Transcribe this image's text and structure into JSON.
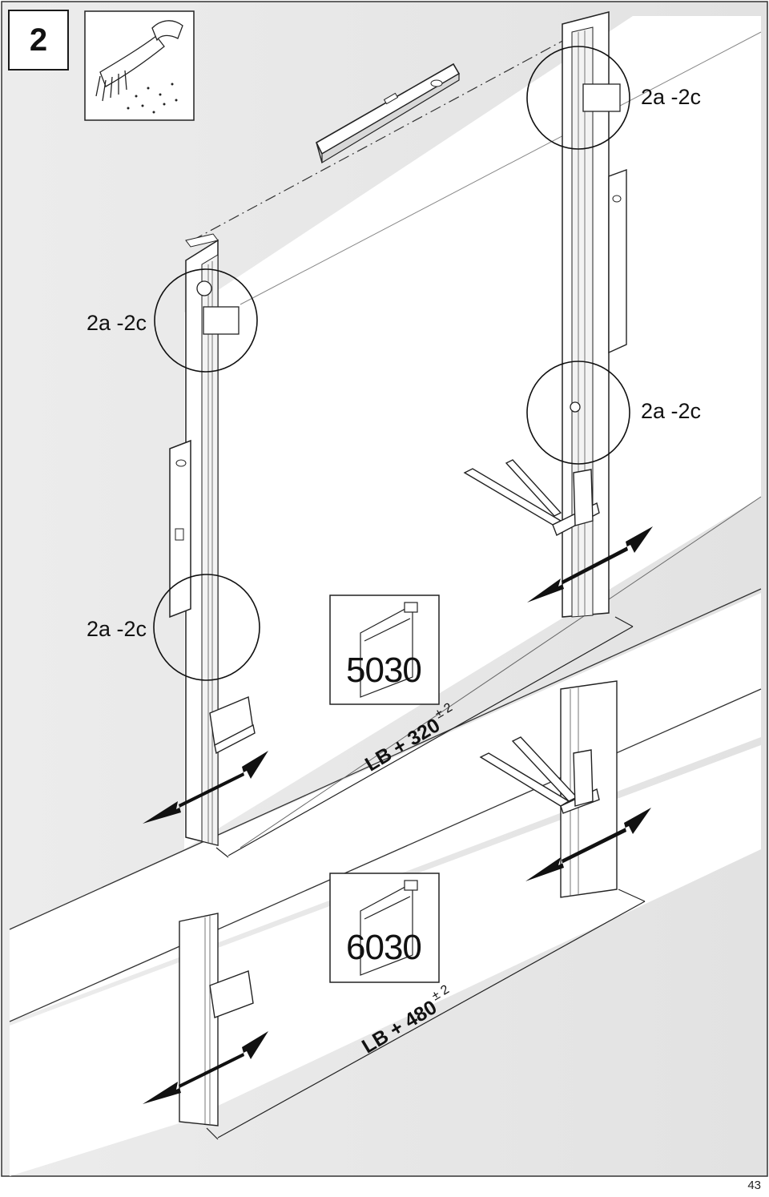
{
  "step_number": "2",
  "detail_refs": [
    "2a -2c",
    "2a -2c",
    "2a -2c",
    "2a -2c"
  ],
  "models": [
    {
      "number": "5030",
      "dimension": "LB + 320",
      "tolerance": "± 2"
    },
    {
      "number": "6030",
      "dimension": "LB + 480",
      "tolerance": "± 2"
    }
  ],
  "page_number": "43",
  "icons": [
    "brush-cleaning-icon",
    "spirit-level-icon",
    "clamp-icon",
    "arrow-double-icon"
  ]
}
